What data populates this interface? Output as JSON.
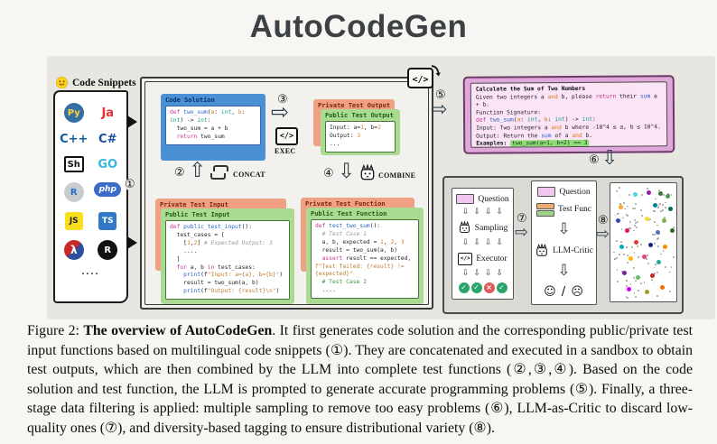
{
  "title": "AutoCodeGen",
  "steps": {
    "s1": "①",
    "s2": "②",
    "s3": "③",
    "s4": "④",
    "s5": "⑤",
    "s6": "⑥",
    "s7": "⑦",
    "s8": "⑧"
  },
  "icons": {
    "up_arrow": "⇧",
    "down_arrow": "⇩",
    "right_arrow": "⇨",
    "code": "</>",
    "check": "✓",
    "cross": "×"
  },
  "snippets": {
    "label": "Code Snippets",
    "more": "....",
    "languages": [
      {
        "name": "python",
        "label": "Py",
        "fg": "#ffd43b",
        "bg": "#3470a3",
        "shape": "round"
      },
      {
        "name": "java",
        "label": "Ja",
        "fg": "#ea2d2e",
        "bg": "",
        "shape": "text"
      },
      {
        "name": "cpp",
        "label": "C++",
        "fg": "#0b5fa5",
        "bg": "",
        "shape": "text"
      },
      {
        "name": "csharp",
        "label": "C#",
        "fg": "#1a4e9d",
        "bg": "",
        "shape": "text"
      },
      {
        "name": "shell",
        "label": "Sh",
        "fg": "#111111",
        "bg": "#ffffff",
        "shape": "box"
      },
      {
        "name": "go",
        "label": "GO",
        "fg": "#35b6e0",
        "bg": "",
        "shape": "text"
      },
      {
        "name": "r",
        "label": "R",
        "fg": "#276dc3",
        "bg": "#c8ccd0",
        "shape": "round"
      },
      {
        "name": "php",
        "label": "php",
        "fg": "#ffffff",
        "bg": "#3b6cc7",
        "shape": "pill"
      },
      {
        "name": "javascript",
        "label": "JS",
        "fg": "#222222",
        "bg": "#f7df1e",
        "shape": "square"
      },
      {
        "name": "typescript",
        "label": "TS",
        "fg": "#ffffff",
        "bg": "#3178c6",
        "shape": "square"
      },
      {
        "name": "racket",
        "label": "λ",
        "fg": "#ffffff",
        "bg": "",
        "shape": "racket"
      },
      {
        "name": "rust",
        "label": "R",
        "fg": "#ffffff",
        "bg": "#111111",
        "shape": "round"
      }
    ]
  },
  "sandbox": {
    "exec_label": "EXEC",
    "concat_label": "CONCAT",
    "combine_label": "COMBINE",
    "code_solution": {
      "title": "Code Solution",
      "lines": [
        [
          [
            "k",
            "def "
          ],
          [
            "f",
            "two_sum"
          ],
          [
            "p",
            "("
          ],
          [
            "n",
            "a"
          ],
          [
            "p",
            ": "
          ],
          [
            "t",
            "int"
          ],
          [
            "p",
            ", "
          ],
          [
            "n",
            "b"
          ],
          [
            "p",
            ": "
          ],
          [
            "t",
            "int"
          ],
          [
            "p",
            ") -> "
          ],
          [
            "t",
            "int"
          ],
          [
            "p",
            ":"
          ]
        ],
        [
          [
            "p",
            "  two_sum = a + b"
          ]
        ],
        [
          [
            "p",
            "  "
          ],
          [
            "k",
            "return"
          ],
          [
            "p",
            " two_sum"
          ]
        ]
      ]
    },
    "test_output": {
      "title": "Private Test Output",
      "public_title": "Public Test Output",
      "lines": [
        [
          [
            "p",
            "Input: a="
          ],
          [
            "n",
            "1"
          ],
          [
            "p",
            ", b="
          ],
          [
            "n",
            "2"
          ]
        ],
        [
          [
            "p",
            "Output: "
          ],
          [
            "n",
            "3"
          ]
        ],
        [
          [
            "p",
            "..."
          ]
        ]
      ]
    },
    "test_input": {
      "title": "Private Test Input",
      "public_title": "Public Test Input",
      "lines": [
        [
          [
            "k",
            "def "
          ],
          [
            "f",
            "public_test_input"
          ],
          [
            "p",
            "():"
          ]
        ],
        [
          [
            "p",
            "  test_cases = ["
          ]
        ],
        [
          [
            "p",
            "    ["
          ],
          [
            "n",
            "1"
          ],
          [
            "p",
            ","
          ],
          [
            "n",
            "2"
          ],
          [
            "p",
            "] "
          ],
          [
            "c",
            "# Expected Output: 3"
          ]
        ],
        [
          [
            "p",
            "    ...."
          ]
        ],
        [
          [
            "p",
            "  ]"
          ]
        ],
        [
          [
            "p",
            "  "
          ],
          [
            "k",
            "for"
          ],
          [
            "p",
            " a, b "
          ],
          [
            "k",
            "in"
          ],
          [
            "p",
            " test_cases:"
          ]
        ],
        [
          [
            "p",
            "    "
          ],
          [
            "f",
            "print"
          ],
          [
            "p",
            "(f"
          ],
          [
            "s",
            "\"Input: a={a}, b={b}\""
          ],
          [
            "p",
            ")"
          ]
        ],
        [
          [
            "p",
            "    result = two_sum(a, b)"
          ]
        ],
        [
          [
            "p",
            "    "
          ],
          [
            "f",
            "print"
          ],
          [
            "p",
            "(f"
          ],
          [
            "s",
            "\"Output: {result}\\n\""
          ],
          [
            "p",
            ")"
          ]
        ]
      ]
    },
    "test_function": {
      "title": "Private Test Function",
      "public_title": "Public Test Function",
      "lines": [
        [
          [
            "k",
            "def "
          ],
          [
            "f",
            "test_two_sum"
          ],
          [
            "p",
            "():"
          ]
        ],
        [
          [
            "c",
            "  # Test Case 1"
          ]
        ],
        [
          [
            "p",
            "  a, b, expected = "
          ],
          [
            "n",
            "1"
          ],
          [
            "p",
            ", "
          ],
          [
            "n",
            "2"
          ],
          [
            "p",
            ", "
          ],
          [
            "n",
            "3"
          ]
        ],
        [
          [
            "p",
            "  result = two_sum(a, b)"
          ]
        ],
        [
          [
            "p",
            "  "
          ],
          [
            "k",
            "assert"
          ],
          [
            "p",
            " result == expected,"
          ]
        ],
        [
          [
            "s",
            "f\"Test failed: {result} != {expected}\""
          ]
        ],
        [
          [
            "g",
            "  # Test Case 2"
          ]
        ],
        [
          [
            "p",
            "  ...."
          ]
        ]
      ]
    }
  },
  "problem": {
    "lines": [
      [
        [
          "b",
          "Calculate the Sum of Two Numbers"
        ]
      ],
      [
        [
          "p",
          "Given two integers a "
        ],
        [
          "n",
          "and"
        ],
        [
          "p",
          " b, please "
        ],
        [
          "k",
          "return"
        ],
        [
          "p",
          " their "
        ],
        [
          "f",
          "sum"
        ],
        [
          "p",
          " a + b."
        ]
      ],
      [
        [
          "p",
          "Function Signature:"
        ]
      ],
      [
        [
          "k",
          "def "
        ],
        [
          "f",
          "two_sum"
        ],
        [
          "p",
          "("
        ],
        [
          "n",
          "a"
        ],
        [
          "p",
          ": "
        ],
        [
          "t",
          "int"
        ],
        [
          "p",
          ", "
        ],
        [
          "n",
          "b"
        ],
        [
          "p",
          ": "
        ],
        [
          "t",
          "int"
        ],
        [
          "p",
          ") -> "
        ],
        [
          "t",
          "int"
        ],
        [
          "p",
          ":"
        ]
      ],
      [
        [
          "p",
          "Input: Two integers a "
        ],
        [
          "n",
          "and"
        ],
        [
          "p",
          " b where -10^4 ≤ a, b ≤ 10^4."
        ]
      ],
      [
        [
          "p",
          "Output: Return the "
        ],
        [
          "f",
          "sum"
        ],
        [
          "p",
          " of a "
        ],
        [
          "n",
          "and"
        ],
        [
          "p",
          " b."
        ]
      ],
      [
        [
          "b",
          "Examples: "
        ],
        [
          "hl",
          "two_sum(a=1, b=2) == 3"
        ]
      ]
    ]
  },
  "filter": {
    "panel1": {
      "question": "Question",
      "sampling": "Sampling",
      "executor": "Executor",
      "results": [
        "check",
        "check",
        "cross",
        "check"
      ]
    },
    "panel2": {
      "question": "Question",
      "test_func": "Test Func",
      "critic": "LLM-Critic",
      "faces": "☺ / ☹"
    }
  },
  "scatter": {
    "gray_count": 115,
    "dots": [
      [
        34,
        8,
        "#45d8e8"
      ],
      [
        55,
        6,
        "#8e24aa"
      ],
      [
        72,
        7,
        "#2e7d32"
      ],
      [
        84,
        9,
        "#43a047"
      ],
      [
        12,
        18,
        "#f9a825"
      ],
      [
        64,
        17,
        "#00838f"
      ],
      [
        88,
        20,
        "#00695c"
      ],
      [
        8,
        30,
        "#3949ab"
      ],
      [
        52,
        28,
        "#fdd835"
      ],
      [
        78,
        30,
        "#7cb342"
      ],
      [
        22,
        38,
        "#d81b60"
      ],
      [
        68,
        40,
        "#5c6bc0"
      ],
      [
        90,
        38,
        "#33691e"
      ],
      [
        35,
        48,
        "#e53935"
      ],
      [
        14,
        52,
        "#00acc1"
      ],
      [
        58,
        50,
        "#1a237e"
      ],
      [
        80,
        52,
        "#fb8c00"
      ],
      [
        28,
        62,
        "#ffb300"
      ],
      [
        48,
        60,
        "#ec407a"
      ],
      [
        70,
        65,
        "#26a69a"
      ],
      [
        18,
        74,
        "#7b1fa2"
      ],
      [
        60,
        76,
        "#c62828"
      ],
      [
        38,
        78,
        "#66bb6a"
      ],
      [
        25,
        88,
        "#d500f9"
      ],
      [
        52,
        90,
        "#9e9d24"
      ],
      [
        75,
        86,
        "#ef6c00"
      ]
    ]
  },
  "caption": {
    "segments": [
      {
        "t": "Figure 2: ",
        "b": false
      },
      {
        "t": "The overview of AutoCodeGen",
        "b": true
      },
      {
        "t": ". It first generates code solution and the corresponding public/private test input functions based on multilingual code snippets (①). They are concatenated and executed in a sandbox to obtain test outputs, which are then combined by the LLM into complete test functions (②,③,④). Based on the code solution and test function, the LLM is prompted to generate accurate programming problems (⑤). Finally, a three-stage data filtering is applied: multiple sampling to remove too easy problems (⑥), LLM-as-Critic to discard low-quality ones (⑦), and diversity-based tagging to ensure distributional variety (⑧).",
        "b": false
      }
    ]
  }
}
